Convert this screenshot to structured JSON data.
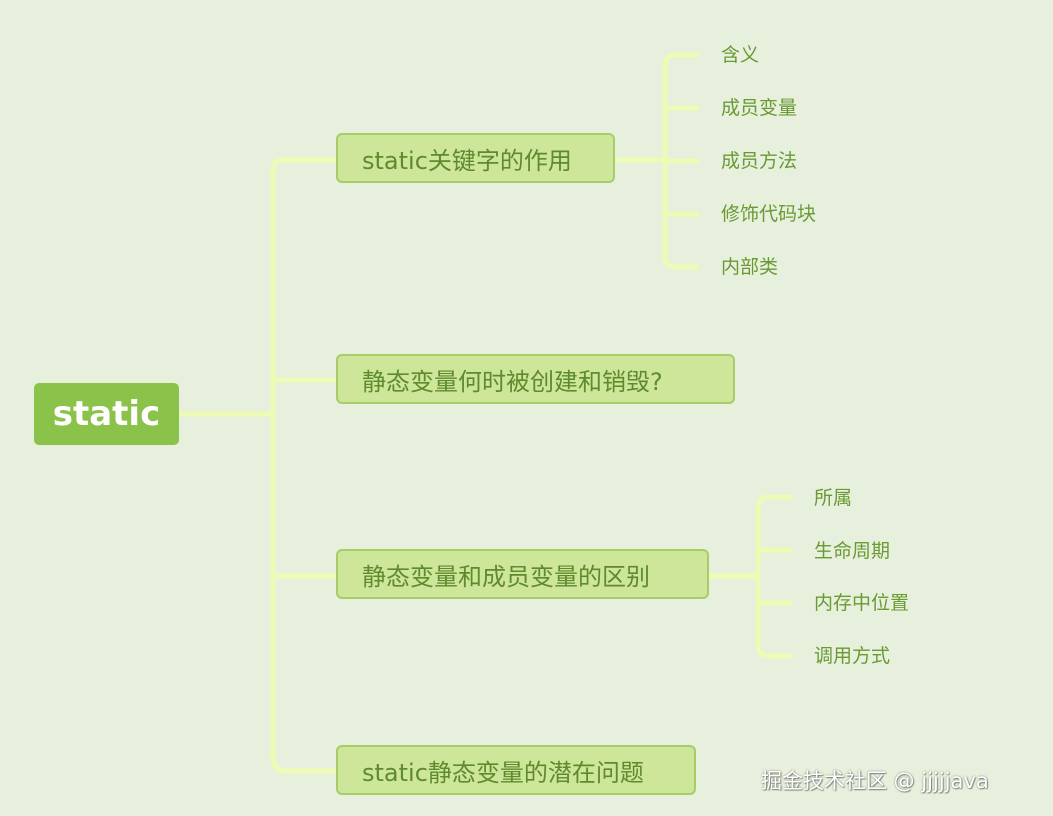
{
  "root": {
    "label": "static"
  },
  "branches": [
    {
      "label": "static关键字的作用",
      "children": [
        "含义",
        "成员变量",
        "成员方法",
        "修饰代码块",
        "内部类"
      ]
    },
    {
      "label": "静态变量何时被创建和销毁?",
      "children": []
    },
    {
      "label": "静态变量和成员变量的区别",
      "children": [
        "所属",
        "生命周期",
        "内存中位置",
        "调用方式"
      ]
    },
    {
      "label": "static静态变量的潜在问题",
      "children": []
    }
  ],
  "watermark": "掘金技术社区 @ jjjjjava",
  "colors": {
    "background": "#e6f0dc",
    "root_fill": "#8bc34a",
    "branch_fill": "#cde69a",
    "branch_border": "#a7cc6a",
    "text": "#6b9a35",
    "connector": "#eefbb4"
  }
}
